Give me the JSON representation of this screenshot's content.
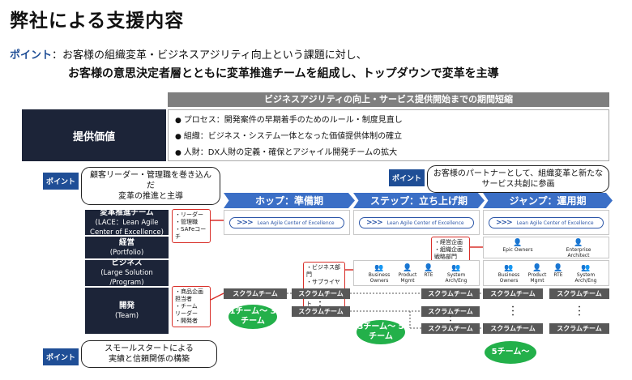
{
  "title": "弊社による支援内容",
  "point": {
    "label": "ポイント",
    "line1": "：お客様の組織変革・ビジネスアジリティ向上という課題に対し、",
    "line2": "お客様の意思決定者層とともに変革推進チームを組成し、トップダウンで変革を主導"
  },
  "banner": "ビジネスアジリティの向上・サービス提供開始までの期間短縮",
  "value": {
    "label": "提供価値",
    "bullets": [
      "プロセス：開発案件の早期着手のためのルール・制度見直し",
      "組織：ビジネス・システム一体となった価値提供体制の確立",
      "人財：DX人財の定義・確保とアジャイル開発チームの拡大"
    ]
  },
  "callouts": {
    "badge": "ポイント",
    "left_top": [
      "顧客リーダー・管理職を巻き込んだ",
      "変革の推進と主導"
    ],
    "right_top": [
      "お客様のパートナーとして、組織変革と新たな",
      "サービス共創に参画"
    ],
    "bottom": [
      "スモールスタートによる",
      "実績と信頼関係の構築"
    ]
  },
  "phases": [
    "ホップ：準備期",
    "ステップ：立ち上げ期",
    "ジャンプ：運用期"
  ],
  "rows": {
    "lace": {
      "title": "変革推進チーム",
      "sub": "(LACE：Lean Agile Center of Excellence)"
    },
    "portfolio": {
      "title": "経営",
      "sub": "(Portfolio)"
    },
    "business": {
      "title": "ビジネス",
      "sub": "(Large Solution /Program)"
    },
    "dev": {
      "title": "開発",
      "sub": "(Team)"
    }
  },
  "lace_bar_text": "Lean Agile Center of Excellence",
  "red_boxes": {
    "lace": [
      "・リーダー",
      "・管理職",
      "・SAFeコーチ"
    ],
    "portfolio": [
      "・経営企画",
      "・組織企画",
      "戦略部門"
    ],
    "business": [
      "・ビジネス部門",
      "・サプライヤー",
      "・アーキテクト"
    ],
    "dev": [
      "・商品企画",
      "担当者",
      "・チーム",
      "リーダー",
      "・開発者"
    ]
  },
  "roles": {
    "portfolio": [
      "Epic Owners",
      "Enterprise Architect"
    ],
    "business": [
      "Business Owners",
      "Product Mgmt",
      "RTE",
      "System Arch/Eng"
    ]
  },
  "scrum_label": "スクラムチーム",
  "team_counts": [
    "1チーム～ 3チーム",
    "3チーム～ 5チーム",
    "5チーム～"
  ],
  "colors": {
    "navy": "#1c2438",
    "accent_blue": "#1f4e96",
    "phase_blue": "#3b6fc6",
    "green": "#23b04a",
    "red": "#d9302a"
  }
}
